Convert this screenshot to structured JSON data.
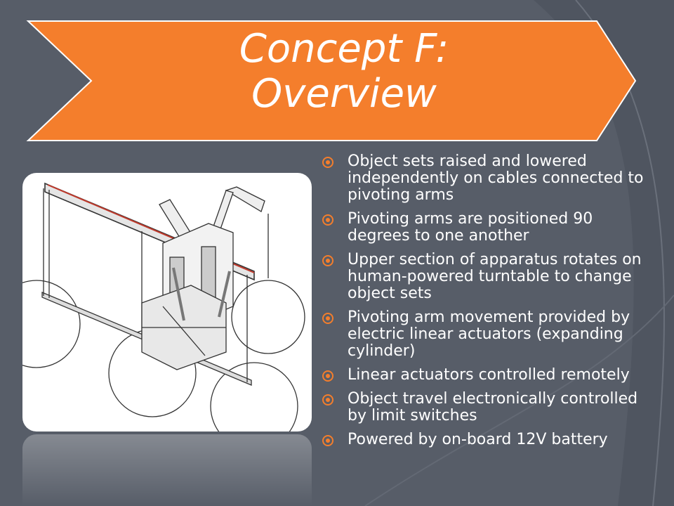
{
  "slide": {
    "title_line1": "Concept F:",
    "title_line2": "Overview",
    "accent_color": "#f47e2c",
    "background_color": "#575d68"
  },
  "bullets": [
    "Object sets raised and lowered independently on cables connected to pivoting arms",
    "Pivoting arms are positioned 90 degrees to one another",
    "Upper section of apparatus rotates on human-powered turntable to change object sets",
    "Pivoting arm movement provided by electric linear actuators (expanding cylinder)",
    "Linear actuators controlled remotely",
    "Object travel electronically controlled by limit switches",
    "Powered by on-board 12V battery"
  ],
  "figure": {
    "icon": "cad-apparatus-drawing"
  }
}
